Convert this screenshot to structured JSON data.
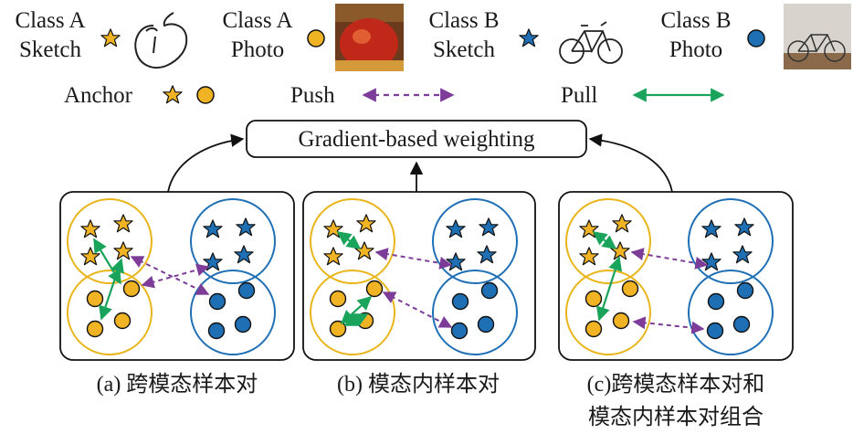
{
  "legend": {
    "classA_sketch": {
      "line1": "Class A",
      "line2": "Sketch"
    },
    "classA_photo": {
      "line1": "Class A",
      "line2": "Photo"
    },
    "classB_sketch": {
      "line1": "Class B",
      "line2": "Sketch"
    },
    "classB_photo": {
      "line1": "Class B",
      "line2": "Photo"
    },
    "anchor": "Anchor",
    "push": "Push",
    "pull": "Pull"
  },
  "center_box": "Gradient-based weighting",
  "panels": [
    {
      "caption": "(a) 跨模态样本对"
    },
    {
      "caption": "(b) 模态内样本对"
    },
    {
      "caption_line1": "(c)跨模态样本对和",
      "caption_line2": "模态内样本对组合"
    }
  ],
  "colors": {
    "classA": "#f0b323",
    "classB": "#1f6fb5",
    "push": "#7d3c98",
    "pull": "#1aa35a",
    "circle_outline_A": "#e8b51a",
    "circle_outline_B": "#1f6fb5"
  }
}
